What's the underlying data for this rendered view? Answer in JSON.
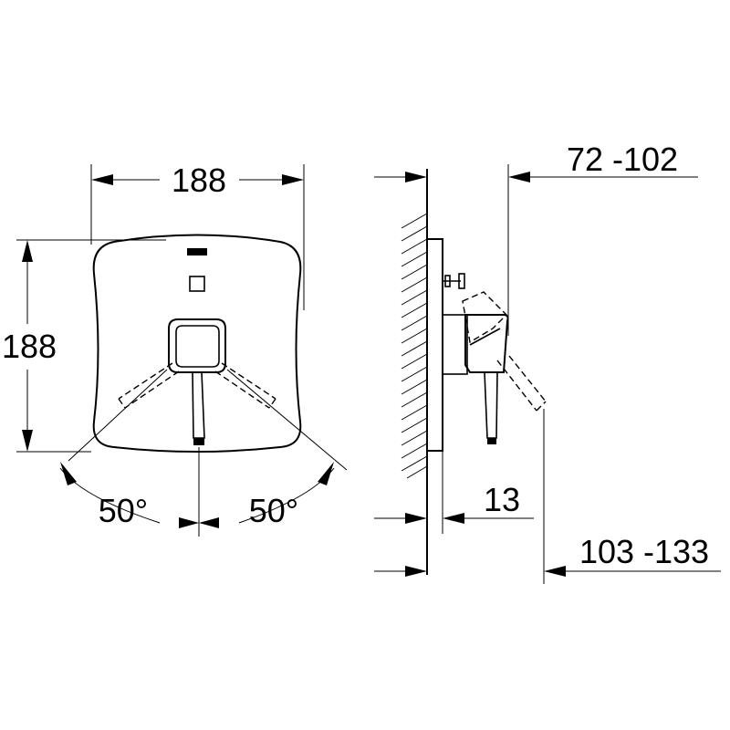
{
  "front_view": {
    "width_label": "188",
    "height_label": "188",
    "angle_left_label": "50°",
    "angle_right_label": "50°"
  },
  "side_view": {
    "depth_top_label": "72 -102",
    "plate_label": "13",
    "depth_bottom_label": "103 -133"
  }
}
